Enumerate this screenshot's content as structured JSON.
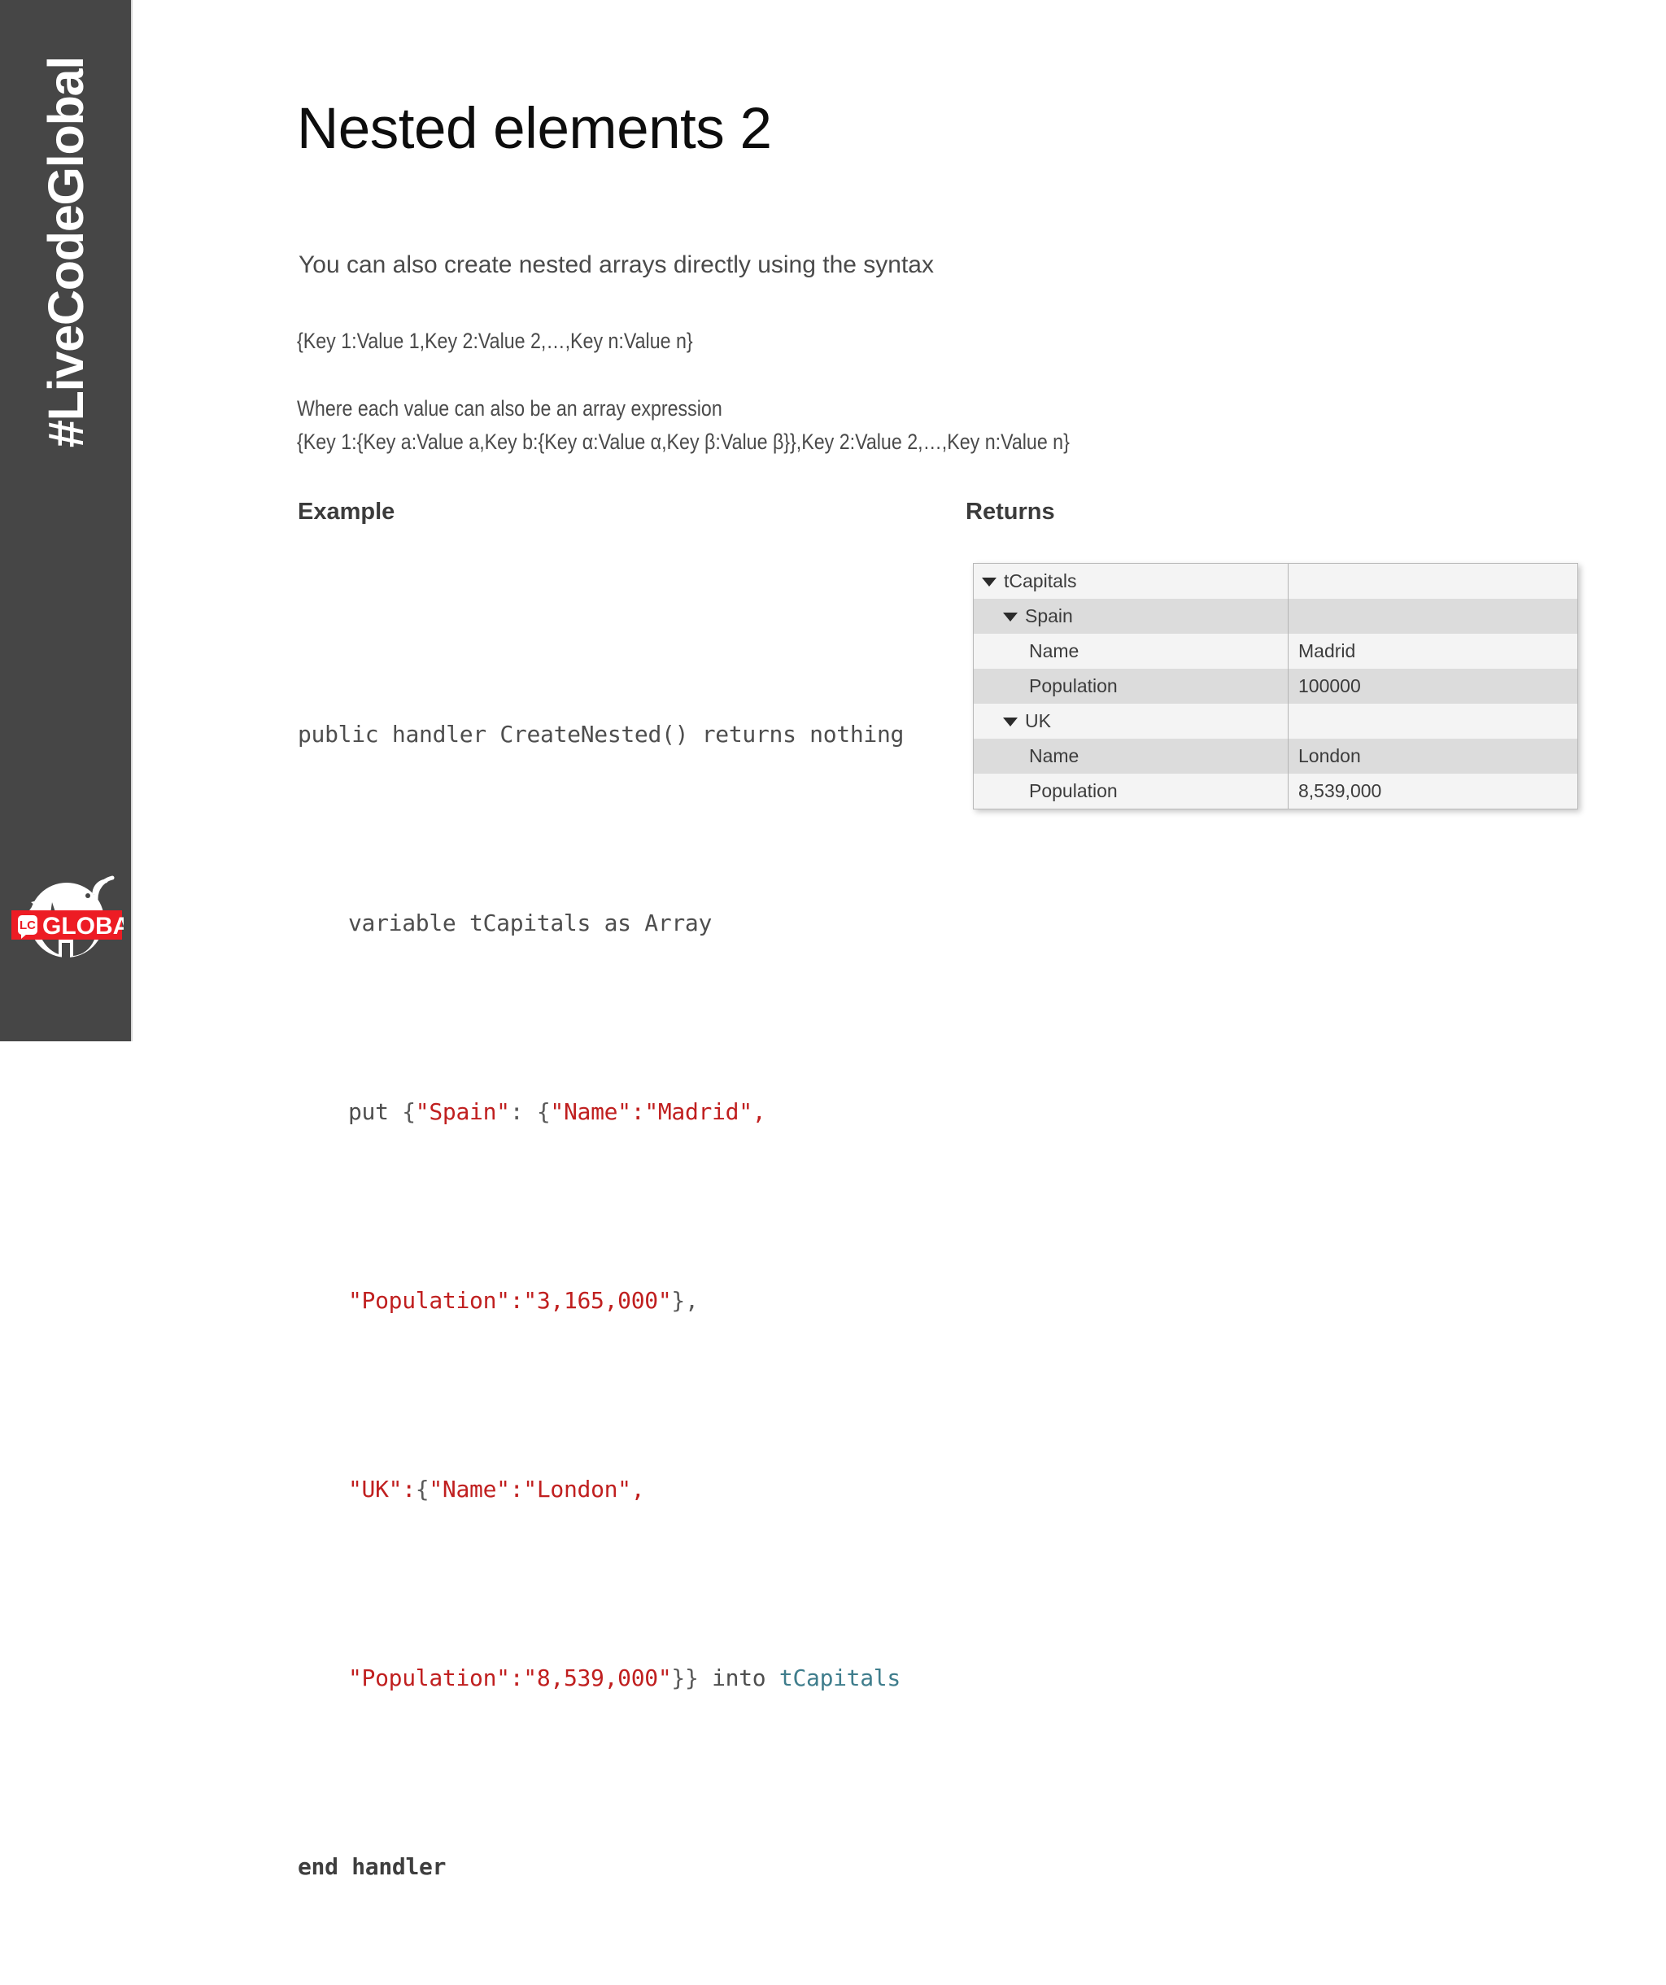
{
  "brand": {
    "hashtag": "#LiveCodeGlobal",
    "logo_wordmark": "GLOBAL",
    "logo_badge": "LC",
    "sidebar_color": "#464646",
    "accent_color": "#ED1C24"
  },
  "slide": {
    "title": "Nested elements 2",
    "intro": "You can also create nested arrays directly using the syntax",
    "syntax_basic": "{Key 1:Value 1,Key 2:Value 2,…,Key n:Value n}",
    "where_text": "Where each value can also be an array expression",
    "syntax_nested": "{Key 1:{Key a:Value a,Key b:{Key α:Value α,Key β:Value β}},Key 2:Value 2,…,Key n:Value n}"
  },
  "columns": {
    "example_heading": "Example",
    "returns_heading": "Returns"
  },
  "code": {
    "line1": "public handler CreateNested() returns nothing",
    "line2": "variable tCapitals as Array",
    "line3_put": "put ",
    "line3_brace_open": "{",
    "line3_spain": "\"Spain\"",
    "line3_colon": ": ",
    "line3_brace2": "{",
    "line3_name": "\"Name\"",
    "line3_c2": ":",
    "line3_madrid": "\"Madrid\"",
    "line3_comma": ",",
    "line4_pop": "\"Population\"",
    "line4_colon": ":",
    "line4_val": "\"3,165,000\"",
    "line4_close": "},",
    "line5_uk": "\"UK\"",
    "line5_colon": ":",
    "line5_brace": "{",
    "line5_name": "\"Name\"",
    "line5_c2": ":",
    "line5_london": "\"London\"",
    "line5_comma": ",",
    "line6_pop": "\"Population\"",
    "line6_colon": ":",
    "line6_val": "\"8,539,000\"",
    "line6_close": "}} ",
    "line6_into": "into ",
    "line6_var": "tCapitals",
    "line7": "end handler",
    "string_color": "#C01F1F",
    "variable_color": "#3F7D8C"
  },
  "array_viewer": {
    "rows": [
      {
        "level": 0,
        "disclosure": true,
        "key": "tCapitals",
        "value": ""
      },
      {
        "level": 1,
        "disclosure": true,
        "key": "Spain",
        "value": ""
      },
      {
        "level": 2,
        "disclosure": false,
        "key": "Name",
        "value": "Madrid"
      },
      {
        "level": 2,
        "disclosure": false,
        "key": "Population",
        "value": "100000"
      },
      {
        "level": 1,
        "disclosure": true,
        "key": "UK",
        "value": ""
      },
      {
        "level": 2,
        "disclosure": false,
        "key": "Name",
        "value": "London"
      },
      {
        "level": 2,
        "disclosure": false,
        "key": "Population",
        "value": "8,539,000"
      }
    ]
  }
}
